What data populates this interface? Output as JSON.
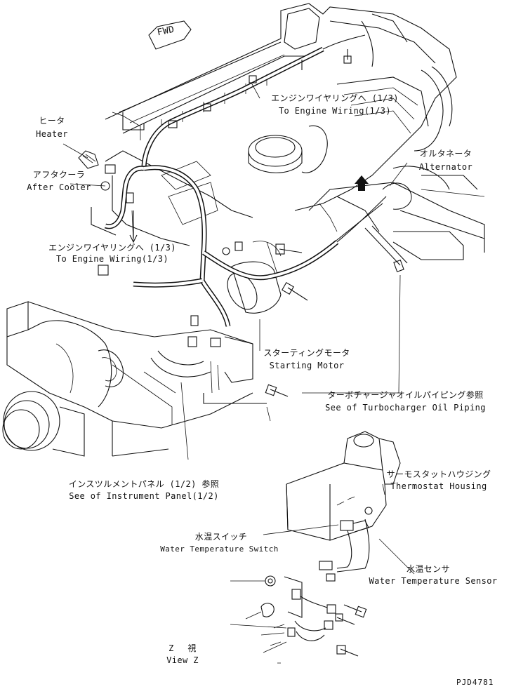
{
  "labels": {
    "fwd": "FWD",
    "heater_jp": "ヒータ",
    "heater_en": "Heater",
    "aftercooler_jp": "アフタクーラ",
    "aftercooler_en": "After Cooler",
    "engine_wiring_top_jp": "エンジンワイヤリングへ (1/3)",
    "engine_wiring_top_en": "To Engine Wiring(1/3)",
    "engine_wiring_left_jp": "エンジンワイヤリングへ (1/3)",
    "engine_wiring_left_en": "To Engine Wiring(1/3)",
    "alternator_jp": "オルタネータ",
    "alternator_en": "Alternator",
    "starting_motor_jp": "スターティングモータ",
    "starting_motor_en": "Starting Motor",
    "turbo_jp": "ターボチャージャオイルパイピング参照",
    "turbo_en": "See of Turbocharger Oil Piping",
    "instrument_jp": "インスツルメントパネル (1/2) 参照",
    "instrument_en": "See of Instrument Panel(1/2)",
    "thermostat_jp": "サーモスタットハウジング",
    "thermostat_en": "Thermostat Housing",
    "water_switch_jp": "水温スイッチ",
    "water_switch_en": "Water Temperature Switch",
    "water_sensor_jp": "水温センサ",
    "water_sensor_en": "Water Temperature Sensor",
    "view_z_jp": "Z 視",
    "view_z_en": "View Z",
    "drawing_number": "PJD4781"
  }
}
